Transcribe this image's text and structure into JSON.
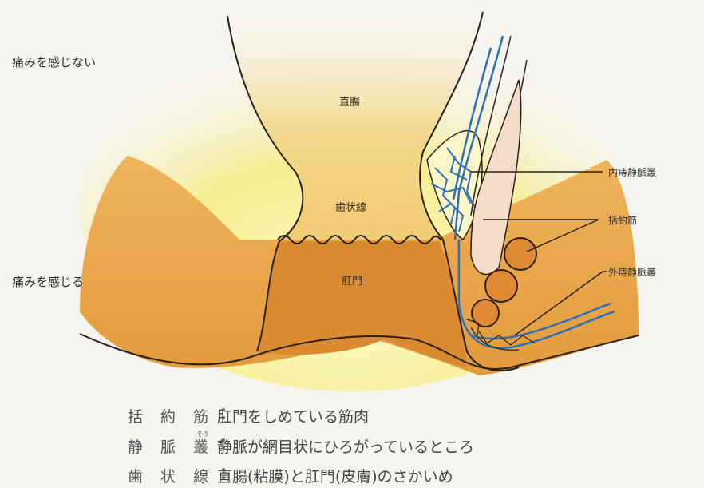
{
  "labels": {
    "no_pain": "痛みを感じない",
    "pain": "痛みを感じる",
    "rectum": "直腸",
    "dentate_line": "歯状線",
    "anus": "肛門",
    "internal_plexus": "内痔静脈叢",
    "sphincter": "括約筋",
    "external_plexus": "外痔静脈叢"
  },
  "legend": [
    {
      "term": "括 約 筋",
      "definition": "肛門をしめている筋肉"
    },
    {
      "term": "静 脈 叢",
      "definition": "静脈が網目状にひろがっているところ"
    },
    {
      "term": "歯 状 線",
      "definition": "直腸(粘膜)と肛門(皮膚)のさかいめ"
    }
  ],
  "ruby": {
    "text": "そう"
  },
  "colors": {
    "upper_zone": "#f6ef9a",
    "lower_zone": "#e9a043",
    "anus_core": "#d9892e",
    "outline": "#2a1f1a",
    "vein": "#2f6fb5",
    "muscle": "#e08a35"
  }
}
